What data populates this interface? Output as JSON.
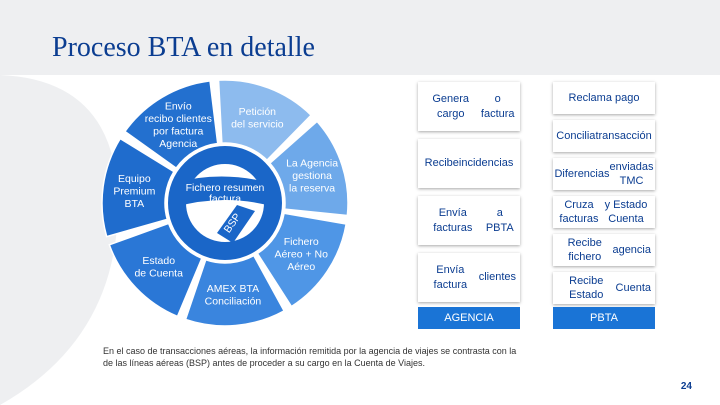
{
  "slide": {
    "title": "Proceso BTA en detalle",
    "page_number": "24",
    "footnote": "En el caso de transacciones aéreas, la información remitida por la agencia de viajes se contrasta con la de las líneas aéreas (BSP) antes de proceder a su cargo en la Cuenta de Viajes."
  },
  "wheel": {
    "segments": [
      {
        "id": "peticion",
        "lines": [
          "Petición",
          "del servicio"
        ],
        "color": "#8dbbee"
      },
      {
        "id": "agencia-gestiona",
        "lines": [
          "La Agencia",
          "gestiona",
          "la reserva"
        ],
        "color": "#6ea9ea"
      },
      {
        "id": "fichero-aereo",
        "lines": [
          "Fichero",
          "Aéreo + No",
          "Aéreo"
        ],
        "color": "#4f96e6"
      },
      {
        "id": "amex",
        "lines": [
          "AMEX BTA",
          "Conciliación"
        ],
        "color": "#3a85de"
      },
      {
        "id": "estado-cuenta",
        "lines": [
          "Estado",
          "de Cuenta"
        ],
        "color": "#2a77d6"
      },
      {
        "id": "equipo-premium",
        "lines": [
          "Equipo",
          "Premium",
          "BTA"
        ],
        "color": "#1f6ccd"
      },
      {
        "id": "envio-recibo",
        "lines": [
          "Envío",
          "recibo clientes",
          "por factura",
          "Agencia"
        ],
        "color": "#2370cf"
      }
    ],
    "inner_labels": {
      "fichero_resumen": [
        "Fichero resumen",
        "factura"
      ],
      "bsp": "BSP"
    },
    "inner_color": "#1a66c8"
  },
  "agencia_column": {
    "items": [
      [
        "Genera cargo",
        "o factura"
      ],
      [
        "Recibe",
        "incidencias"
      ],
      [
        "Envía facturas",
        "a PBTA"
      ],
      [
        "Envía factura",
        "clientes"
      ]
    ],
    "footer": "AGENCIA"
  },
  "pbta_column": {
    "items": [
      [
        "Reclama pago"
      ],
      [
        "Concilia",
        "transacción"
      ],
      [
        "Diferencias",
        "enviadas TMC"
      ],
      [
        "Cruza facturas",
        "y Estado Cuenta"
      ],
      [
        "Recibe fichero",
        "agencia"
      ],
      [
        "Recibe Estado",
        "Cuenta"
      ]
    ],
    "footer": "PBTA"
  }
}
